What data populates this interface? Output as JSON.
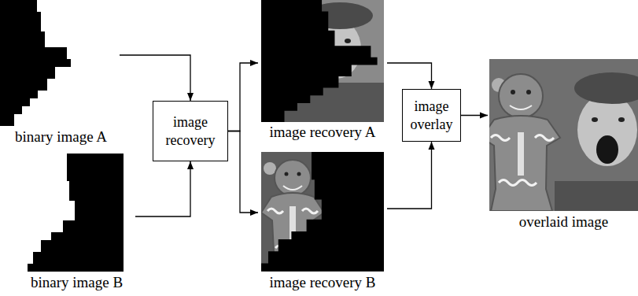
{
  "diagram": {
    "nodes": [
      {
        "text": [
          "binary image A"
        ]
      },
      {
        "text": [
          "binary image B"
        ]
      },
      {
        "text": [
          "image recovery"
        ]
      },
      {
        "text": [
          "image recovery A"
        ]
      },
      {
        "text": [
          "image recovery B"
        ]
      },
      {
        "text": [
          "image overlay"
        ]
      },
      {
        "text": [
          "overlaid image"
        ]
      }
    ],
    "edges": [
      {
        "from": 0,
        "to": 2,
        "arrow": "to"
      },
      {
        "from": 1,
        "to": 2,
        "arrow": "to"
      },
      {
        "from": 2,
        "to": 3,
        "arrow": "to"
      },
      {
        "from": 2,
        "to": 4,
        "arrow": "to"
      },
      {
        "from": 3,
        "to": 5,
        "arrow": "to"
      },
      {
        "from": 4,
        "to": 5,
        "arrow": "to"
      },
      {
        "from": 5,
        "to": 6,
        "arrow": "to"
      }
    ]
  }
}
